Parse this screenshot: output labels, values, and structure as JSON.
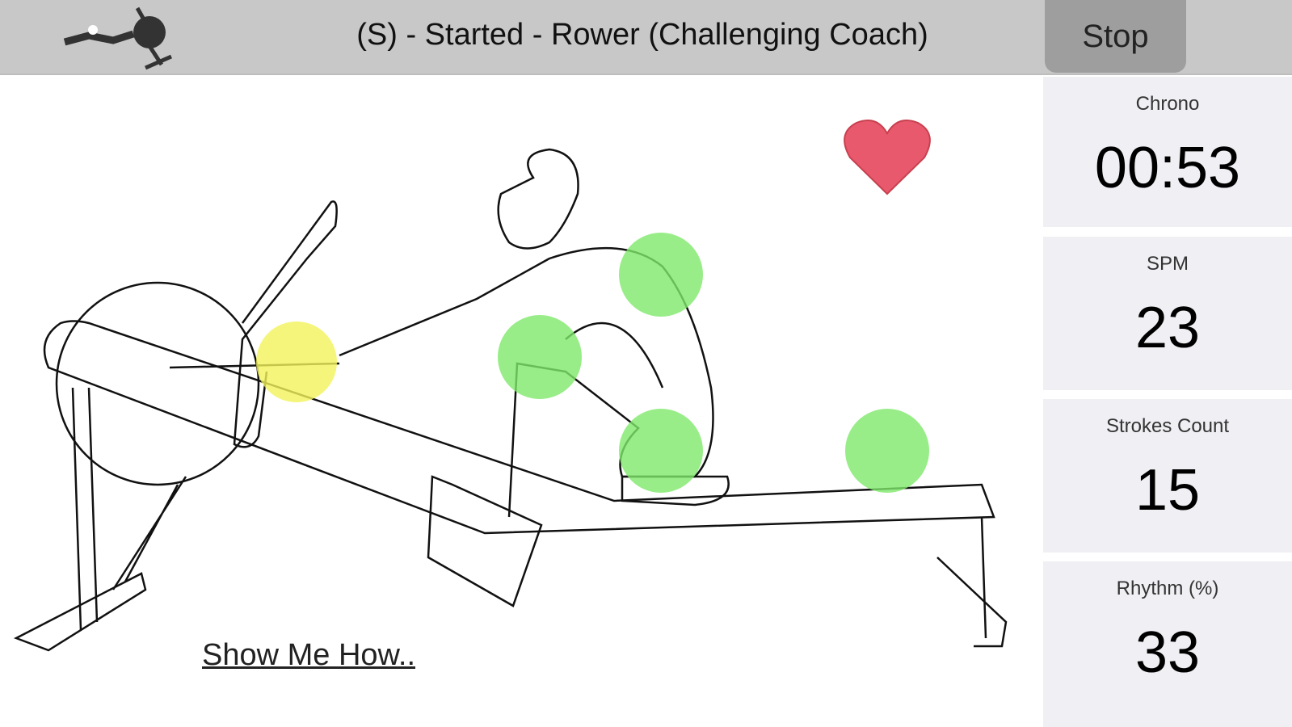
{
  "header": {
    "title": "(S) - Started - Rower (Challenging Coach)",
    "stop_label": "Stop"
  },
  "stats": [
    {
      "label": "Chrono",
      "value": "00:53"
    },
    {
      "label": "SPM",
      "value": "23"
    },
    {
      "label": "Strokes Count",
      "value": "15"
    },
    {
      "label": "Rhythm (%)",
      "value": "33"
    }
  ],
  "link": {
    "show_me_how": "Show Me How.."
  },
  "colors": {
    "header": "#c8c8c8",
    "heart": "#e8596e",
    "green_marker": "#7ee86a",
    "yellow_marker": "#f2f25a",
    "panel": "#efeff4"
  }
}
